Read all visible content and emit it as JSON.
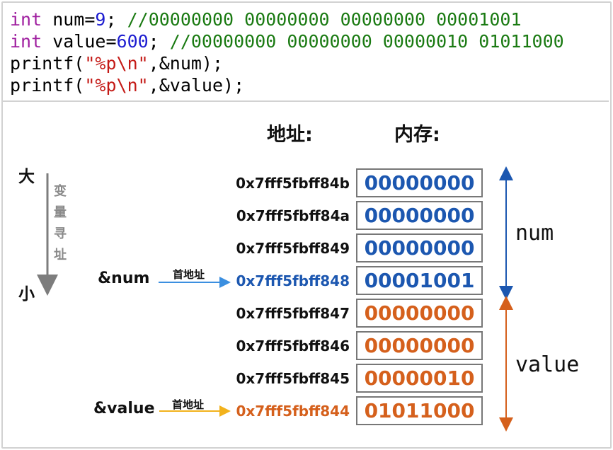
{
  "code": {
    "line1": {
      "kw": "int",
      "rest": " num=",
      "val": "9",
      "end": "; ",
      "comment": "//00000000 00000000 00000000 00001001"
    },
    "line2": {
      "kw": "int",
      "rest": " value=",
      "val": "600",
      "end": "; ",
      "comment": "//00000000 00000000 00000010 01011000"
    },
    "line3": {
      "pre": "printf(",
      "str": "\"%p\\n\"",
      "post": ",&num);"
    },
    "line4": {
      "pre": "printf(",
      "str": "\"%p\\n\"",
      "post": ",&value);"
    }
  },
  "headers": {
    "address": "地址:",
    "memory": "内存:"
  },
  "direction": {
    "big": "大",
    "small": "小",
    "label": [
      "变",
      "量",
      "寻",
      "址"
    ]
  },
  "rows": [
    {
      "address": "0x7fff5fbff84b",
      "bits": "00000000",
      "var": "num"
    },
    {
      "address": "0x7fff5fbff84a",
      "bits": "00000000",
      "var": "num"
    },
    {
      "address": "0x7fff5fbff849",
      "bits": "00000000",
      "var": "num"
    },
    {
      "address": "0x7fff5fbff848",
      "bits": "00001001",
      "var": "num"
    },
    {
      "address": "0x7fff5fbff847",
      "bits": "00000000",
      "var": "value"
    },
    {
      "address": "0x7fff5fbff846",
      "bits": "00000000",
      "var": "value"
    },
    {
      "address": "0x7fff5fbff845",
      "bits": "00000010",
      "var": "value"
    },
    {
      "address": "0x7fff5fbff844",
      "bits": "01011000",
      "var": "value"
    }
  ],
  "pointers": {
    "num": {
      "label": "&num",
      "tag": "首地址"
    },
    "value": {
      "label": "&value",
      "tag": "首地址"
    }
  },
  "var_labels": {
    "num": "num",
    "value": "value"
  },
  "colors": {
    "num": "#1c57b0",
    "value": "#d5601c",
    "value_arrow": "#f2b21c",
    "num_arrow": "#3b8fe0"
  }
}
